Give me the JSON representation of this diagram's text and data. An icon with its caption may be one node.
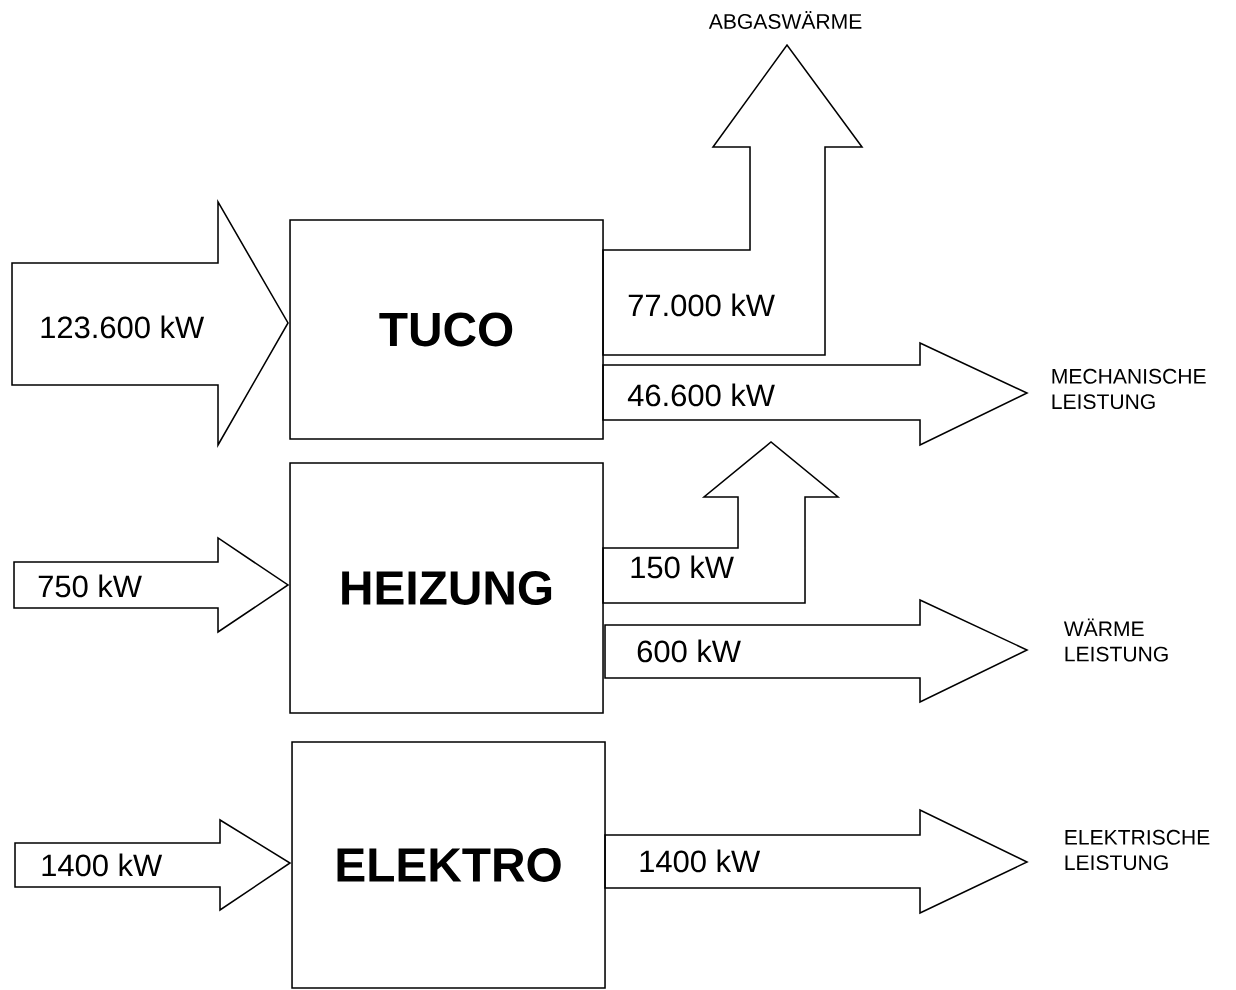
{
  "diagram": {
    "nodes": [
      {
        "text": [
          "TUCO"
        ]
      },
      {
        "text": [
          "HEIZUNG"
        ]
      },
      {
        "text": [
          "ELEKTRO"
        ]
      },
      {
        "text": [
          "ABGASWÄRME"
        ]
      },
      {
        "text": [
          "MECHANISCHE LEISTUNG"
        ]
      },
      {
        "text": [
          "WÄRME LEISTUNG"
        ]
      },
      {
        "text": [
          "ELEKTRISCHE LEISTUNG"
        ]
      }
    ],
    "edges": [
      {
        "from": null,
        "to": 0,
        "arrow": "to",
        "label": "123.600 kW"
      },
      {
        "from": 0,
        "to": 3,
        "arrow": "to",
        "label": "77.000 kW"
      },
      {
        "from": 0,
        "to": 4,
        "arrow": "to",
        "label": "46.600 kW"
      },
      {
        "from": null,
        "to": 1,
        "arrow": "to",
        "label": "750 kW"
      },
      {
        "from": 1,
        "to": null,
        "arrow": "to",
        "label": "150 kW"
      },
      {
        "from": 1,
        "to": 5,
        "arrow": "to",
        "label": "600 kW"
      },
      {
        "from": null,
        "to": 2,
        "arrow": "to",
        "label": "1400 kW"
      },
      {
        "from": 2,
        "to": 6,
        "arrow": "to",
        "label": "1400 kW"
      }
    ]
  }
}
